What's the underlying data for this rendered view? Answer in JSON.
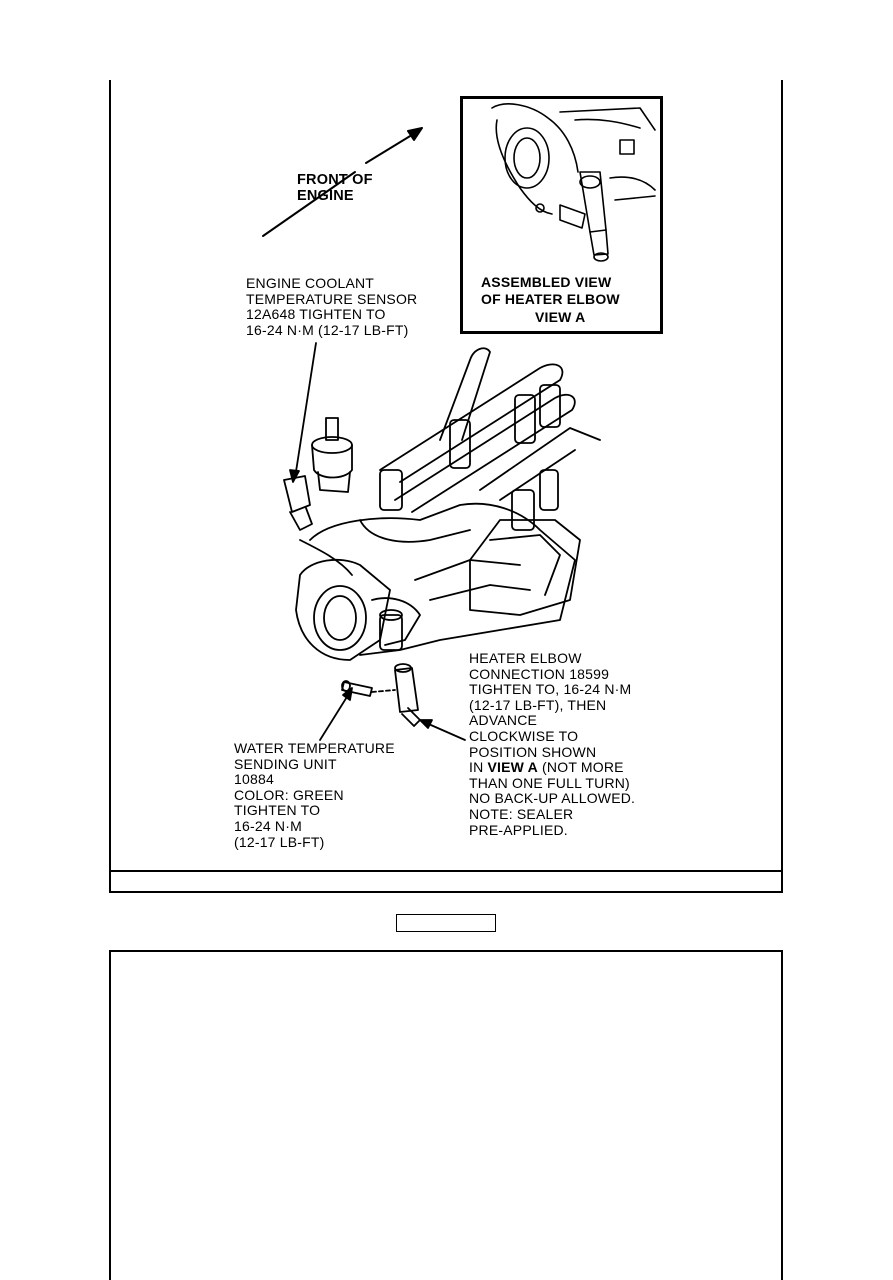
{
  "figure": {
    "front_label": [
      "FRONT OF",
      "ENGINE"
    ],
    "inset": {
      "caption": [
        "ASSEMBLED VIEW",
        "OF HEATER ELBOW"
      ],
      "view": "VIEW A"
    },
    "callouts": {
      "ect_sensor": [
        "ENGINE COOLANT",
        "TEMPERATURE SENSOR",
        "12A648 TIGHTEN TO",
        "16-24 N·m (12-17 LB-FT)"
      ],
      "heater_elbow": [
        "HEATER ELBOW",
        "CONNECTION 18599",
        "TIGHTEN TO, 16-24 N·m",
        "(12-17 LB-FT), THEN",
        "ADVANCE",
        "CLOCKWISE TO",
        "POSITION SHOWN"
      ],
      "heater_elbow_view_prefix": "IN ",
      "heater_elbow_view_ref": "VIEW A",
      "heater_elbow_view_suffix": " (NOT MORE",
      "heater_elbow_tail": [
        "THAN ONE FULL TURN)",
        "NO BACK-UP ALLOWED.",
        "NOTE: SEALER",
        "PRE-APPLIED."
      ],
      "water_sender": [
        "WATER TEMPERATURE",
        "SENDING UNIT",
        "10884",
        "COLOR: GREEN",
        "TIGHTEN TO",
        "16-24 N·m",
        "(12-17 LB-FT)"
      ]
    }
  },
  "page_tab": ""
}
